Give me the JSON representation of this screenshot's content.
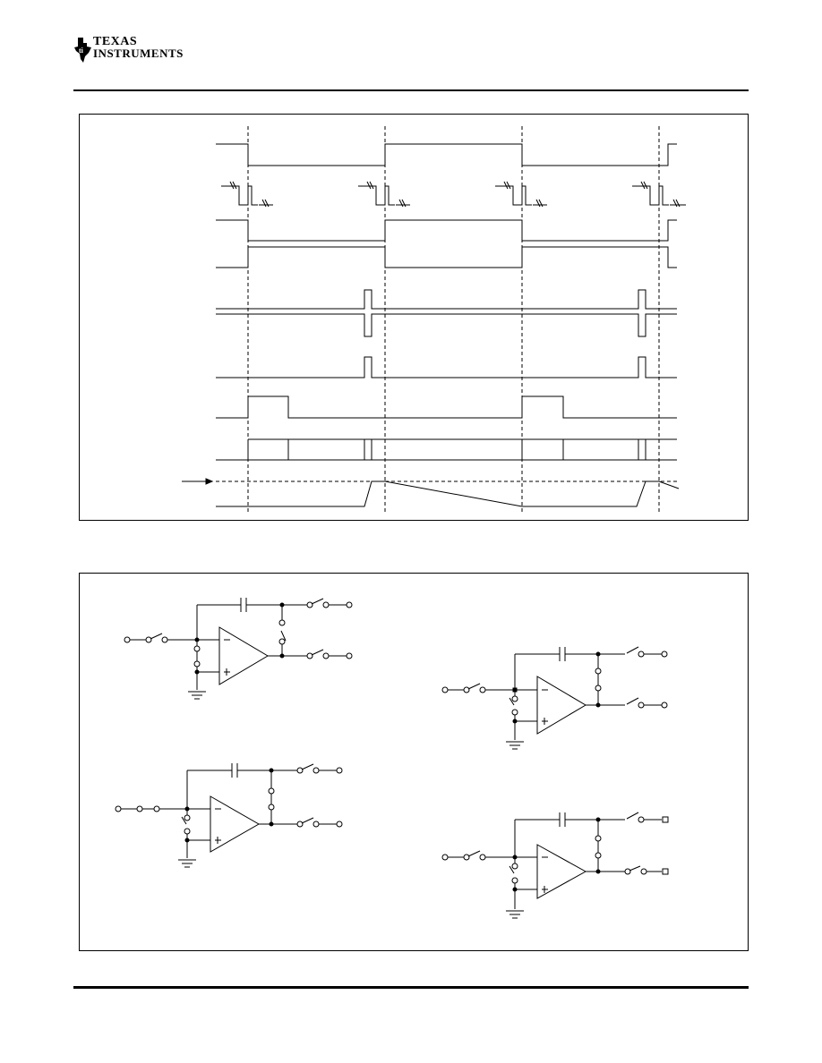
{
  "header": {
    "company_line1": "Texas",
    "company_line2": "Instruments",
    "logo_icon": "ti-texas-state-logo"
  },
  "figures": {
    "timing_diagram": {
      "icon": "timing-waveforms"
    },
    "switch_circuits": {
      "icon": "integrator-switch-configurations"
    }
  }
}
